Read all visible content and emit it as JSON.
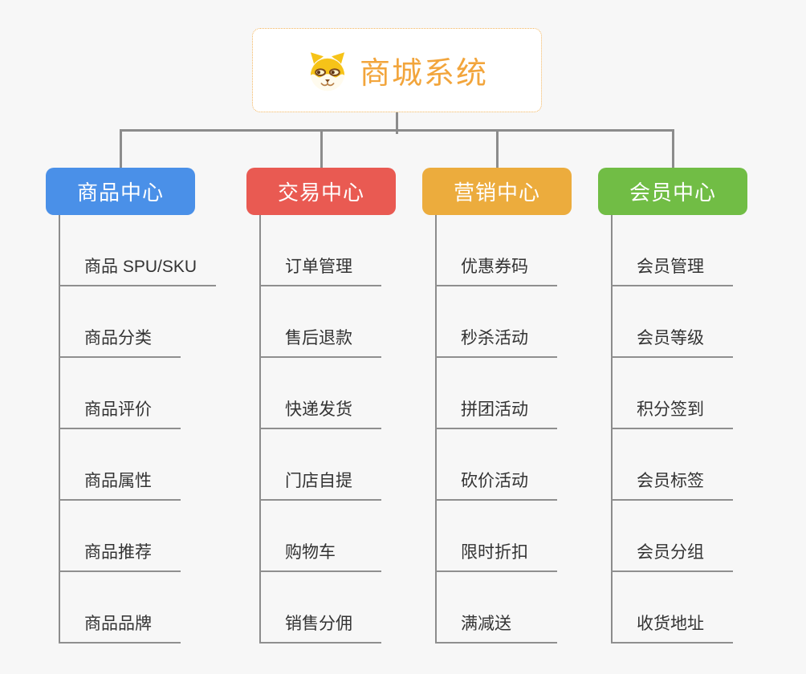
{
  "page": {
    "background_color": "#f7f7f7",
    "connector_color": "#8c8c8c"
  },
  "root": {
    "title": "商城系统",
    "logo_icon": "shiba-dog-icon",
    "title_color": "#f2a53c",
    "border_color": "#f2b45c"
  },
  "branches": [
    {
      "label": "商品中心",
      "color": "#4a90e8",
      "items": [
        "商品 SPU/SKU",
        "商品分类",
        "商品评价",
        "商品属性",
        "商品推荐",
        "商品品牌"
      ]
    },
    {
      "label": "交易中心",
      "color": "#e95a52",
      "items": [
        "订单管理",
        "售后退款",
        "快递发货",
        "门店自提",
        "购物车",
        "销售分佣"
      ]
    },
    {
      "label": "营销中心",
      "color": "#ecac3d",
      "items": [
        "优惠券码",
        "秒杀活动",
        "拼团活动",
        "砍价活动",
        "限时折扣",
        "满减送"
      ]
    },
    {
      "label": "会员中心",
      "color": "#71bd45",
      "items": [
        "会员管理",
        "会员等级",
        "积分签到",
        "会员标签",
        "会员分组",
        "收货地址"
      ]
    }
  ]
}
